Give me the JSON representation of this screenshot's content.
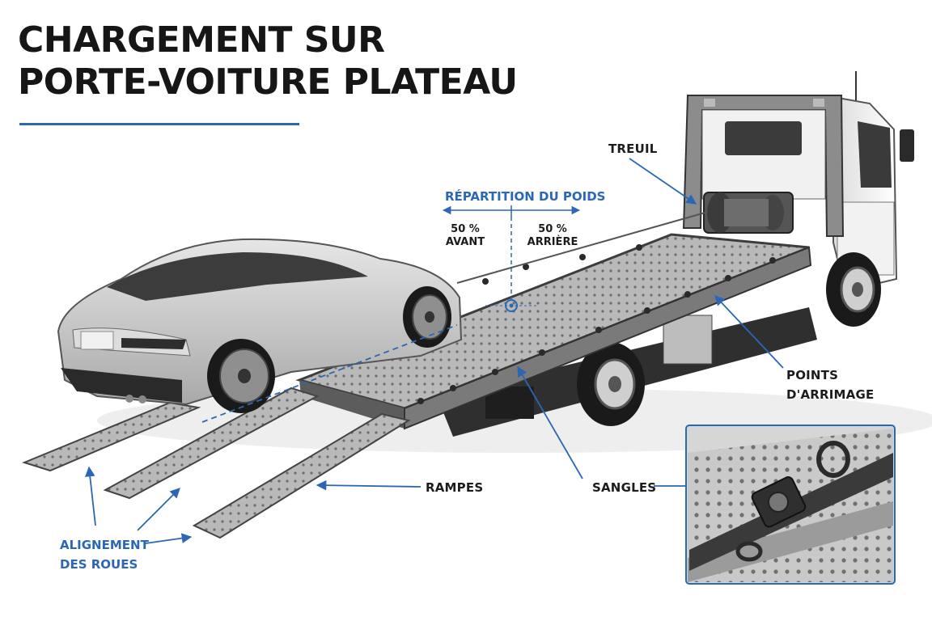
{
  "title": {
    "line1": "CHARGEMENT SUR",
    "line2": "PORTE-VOITURE PLATEAU"
  },
  "labels": {
    "treuil": "TREUIL",
    "repartition": "RÉPARTITION DU POIDS",
    "front_pct": "50 %",
    "front_txt": "AVANT",
    "rear_pct": "50 %",
    "rear_txt": "ARRIÈRE",
    "points_line1": "POINTS",
    "points_line2": "D'ARRIMAGE",
    "rampes": "RAMPES",
    "sangles": "SANGLES",
    "alignement_line1": "ALIGNEMENT",
    "alignement_line2": "DES ROUES"
  },
  "colors": {
    "accent": "#2b67b5",
    "text": "#161616",
    "steel": "#9a9a9a"
  }
}
